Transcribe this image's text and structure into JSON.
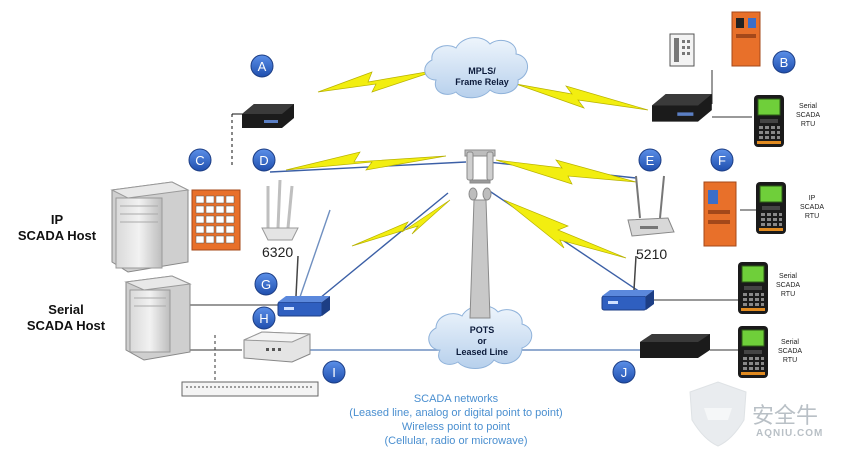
{
  "badges": [
    "A",
    "B",
    "C",
    "D",
    "E",
    "F",
    "G",
    "H",
    "I",
    "J"
  ],
  "clouds": {
    "top": [
      "MPLS/",
      "Frame Relay"
    ],
    "bottom": [
      "POTS",
      "or",
      "Leased Line"
    ]
  },
  "hosts": {
    "ip": [
      "IP",
      "SCADA Host"
    ],
    "serial": [
      "Serial",
      "SCADA Host"
    ]
  },
  "models": {
    "left": "6320",
    "right": "5210"
  },
  "rtus": {
    "b": [
      "Serial",
      "SCADA",
      "RTU"
    ],
    "f": [
      "IP",
      "SCADA",
      "RTU"
    ],
    "mid": [
      "Serial",
      "SCADA",
      "RTU"
    ],
    "j": [
      "Serial",
      "SCADA",
      "RTU"
    ]
  },
  "caption": [
    "SCADA networks",
    "(Leased line, analog or digital point to point)",
    "Wireless point to point",
    "(Cellular, radio or microwave)"
  ],
  "watermark": {
    "logo_text": "安全牛",
    "url": "AQNIU.COM"
  },
  "colors": {
    "badge": "#2e64c8",
    "lightning": "#f2ee10",
    "link": "#6f8fc0",
    "cloud": "#cfe0f3",
    "orange": "#e8702a",
    "caption": "#4a8fd0"
  }
}
